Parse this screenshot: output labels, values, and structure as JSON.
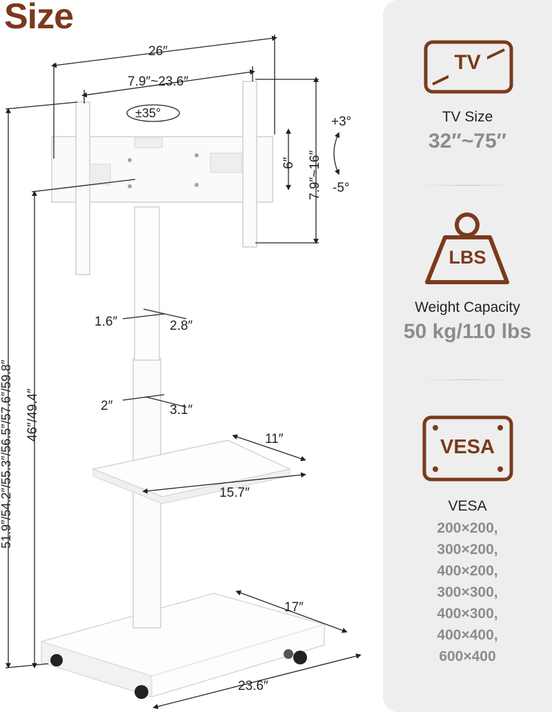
{
  "header": {
    "title": "Size"
  },
  "dimensions": {
    "overall_width": "26″",
    "vesa_width_range": "7.9″~23.6″",
    "swivel": "±35°",
    "tilt_up": "+3°",
    "tilt_down": "-5°",
    "bracket_height": "6″",
    "vesa_height_range": "7.9″~16″",
    "upper_pole_depth": "1.6″",
    "upper_pole_width": "2.8″",
    "lower_pole_depth": "2″",
    "lower_pole_width": "3.1″",
    "shelf_depth": "11″",
    "shelf_width": "15.7″",
    "base_depth": "17″",
    "base_width": "23.6″",
    "total_height": "51.9″/54.2″/55.3″/56.5″/57.6″/59.8″",
    "pole_height": "46″/49.4″"
  },
  "features": {
    "tv": {
      "icon_text": "TV",
      "label": "TV Size",
      "value": "32″~75″"
    },
    "weight": {
      "icon_text": "LBS",
      "label": "Weight Capacity",
      "value": "50 kg/110 lbs"
    },
    "vesa": {
      "icon_text": "VESA",
      "label": "VESA",
      "values": [
        "200×200,",
        "300×200,",
        "400×200,",
        "300×300,",
        "400×300,",
        "400×400,",
        "600×400"
      ]
    }
  },
  "colors": {
    "brand": "#7a3a1c",
    "muted_value": "#8c8c8c",
    "panel_bg": "#eeeeee",
    "stand": "#ffffff"
  }
}
